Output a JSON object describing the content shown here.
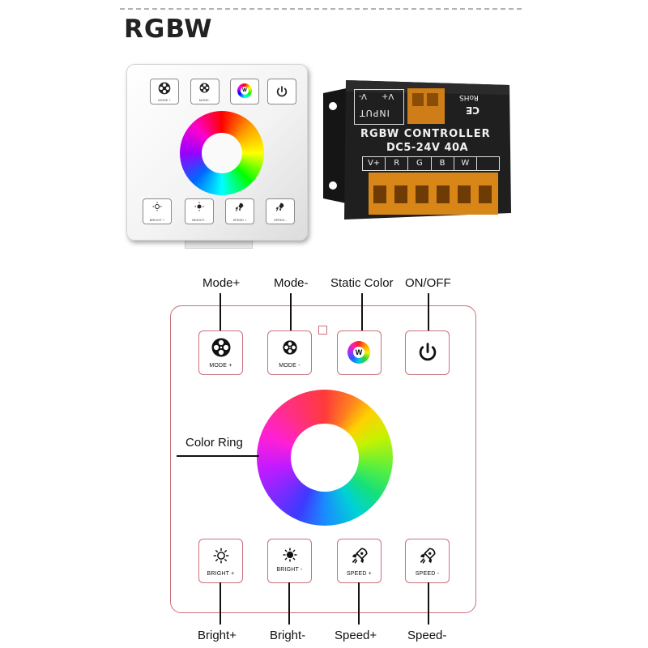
{
  "header": {
    "title": "RGBW"
  },
  "photo": {
    "panel_buttons": [
      "MODE +",
      "MODE -",
      "",
      "",
      "BRIGHT +",
      "BRIGHT -",
      "SPEED +",
      "SPEED -"
    ],
    "static_color_glyph": "W",
    "controller": {
      "input_terminals": [
        "V-",
        "V+"
      ],
      "input_label": "INPUT",
      "cert_label": "RoHS",
      "ce_mark": "CE",
      "title": "RGBW CONTROLLER",
      "spec": "DC5-24V 40A",
      "output_terminals": [
        "V+",
        "R",
        "G",
        "B",
        "W"
      ]
    }
  },
  "diagram": {
    "callouts_top": [
      "Mode+",
      "Mode-",
      "Static Color",
      "ON/OFF"
    ],
    "callout_ring": "Color Ring",
    "callouts_bottom": [
      "Bright+",
      "Bright-",
      "Speed+",
      "Speed-"
    ],
    "buttons": {
      "mode_plus": "MODE +",
      "mode_minus": "MODE -",
      "static_glyph": "W",
      "bright_plus": "BRIGHT +",
      "bright_minus": "BRIGHT -",
      "speed_plus": "SPEED +",
      "speed_minus": "SPEED -"
    }
  },
  "colors": {
    "accent_outline": "#c9707a",
    "text": "#111111",
    "controller_body": "#1c1c1c",
    "terminal_orange": "#e08a1e"
  },
  "icons": [
    "film-reel-icon",
    "color-wheel-icon",
    "power-icon",
    "sun-outline-icon",
    "sun-filled-icon",
    "rocket-icon"
  ]
}
